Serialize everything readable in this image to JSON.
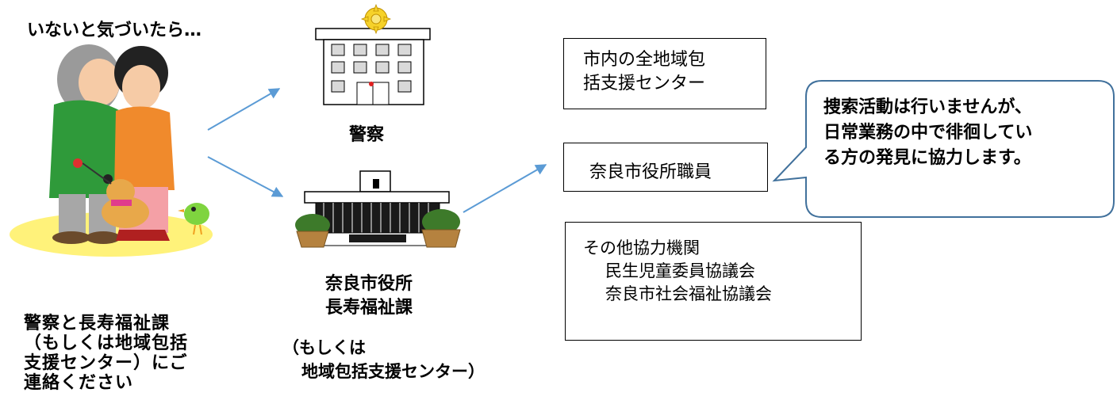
{
  "intro_text": "いないと気づいたら…",
  "instruction_lines": [
    "警察と長寿福祉課",
    "（もしくは地域包括",
    "支援センター）にご",
    "連絡ください"
  ],
  "police_label": "警察",
  "city_hall_label_lines": [
    "奈良市役所",
    "長寿福祉課"
  ],
  "city_hall_alt_lines": [
    "（もしくは",
    "地域包括支援センター）"
  ],
  "box_centers_lines": [
    "市内の全地域包",
    "括支援センター"
  ],
  "box_staff": "奈良市役所職員",
  "box_others_title": "その他協力機関",
  "box_others_items": [
    "民生児童委員協議会",
    "奈良市社会福祉協議会"
  ],
  "callout_lines": [
    "捜索活動は行いませんが、",
    "日常業務の中で徘徊してい",
    "る方の発見に協力します。"
  ],
  "colors": {
    "arrow": "#5b9bd5",
    "callout_border": "#41719c",
    "ground": "#fff27a"
  }
}
